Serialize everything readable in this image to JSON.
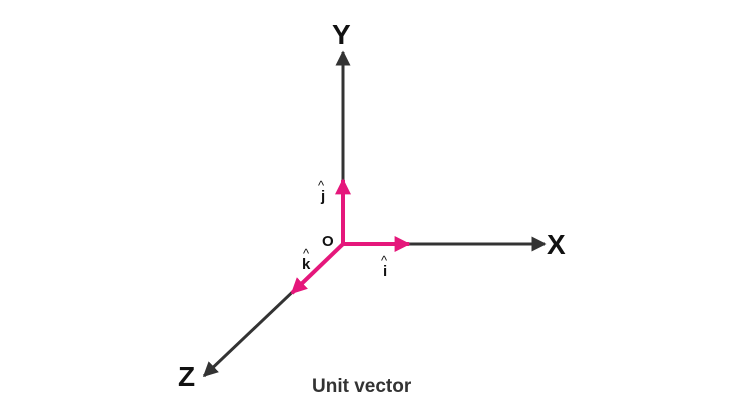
{
  "axes": {
    "x_label": "X",
    "y_label": "Y",
    "z_label": "Z",
    "color": "#333333"
  },
  "origin_label": "O",
  "vectors": {
    "i_label": "i",
    "j_label": "j",
    "k_label": "k",
    "hat_glyph": "^",
    "color": "#e5177b"
  },
  "caption": "Unit vector"
}
